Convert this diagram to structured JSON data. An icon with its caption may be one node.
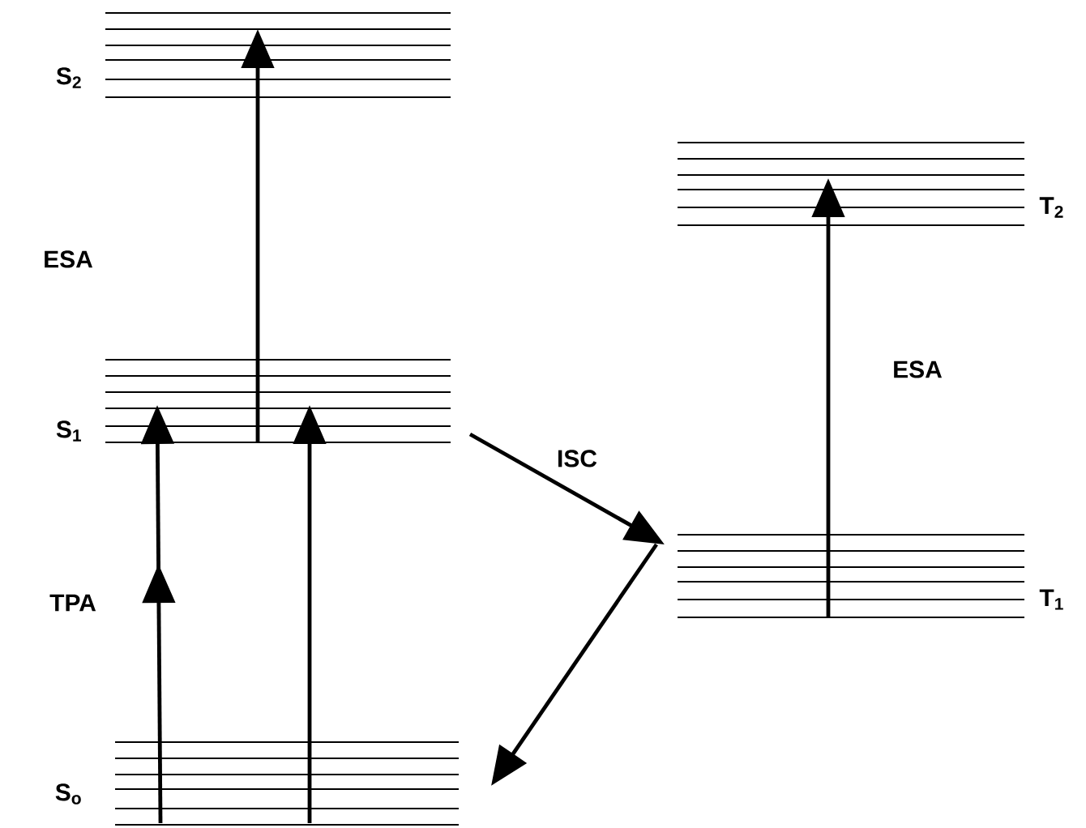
{
  "diagram": {
    "nodes": [
      {
        "text": [
          "S$_{2}$"
        ]
      },
      {
        "text": [
          "S$_{1}$"
        ]
      },
      {
        "text": [
          "T$_{2}$"
        ]
      },
      {
        "text": [
          "T$_{1}$"
        ]
      },
      {
        "text": [
          "S$_{o}$"
        ]
      }
    ],
    "edges": [
      {
        "from": 4,
        "to": 1,
        "arrow": "to"
      },
      {
        "from": 4,
        "to": 1,
        "arrow": "to"
      },
      {
        "from": 1,
        "to": 0,
        "arrow": "to"
      },
      {
        "from": 1,
        "to": 3,
        "arrow": "to",
        "label": "ISC"
      },
      {
        "from": 3,
        "to": 4,
        "arrow": "to"
      },
      {
        "from": 3,
        "to": 2,
        "arrow": "to",
        "label": "ESA"
      }
    ],
    "labels": [
      "ESA",
      "TPA"
    ]
  }
}
